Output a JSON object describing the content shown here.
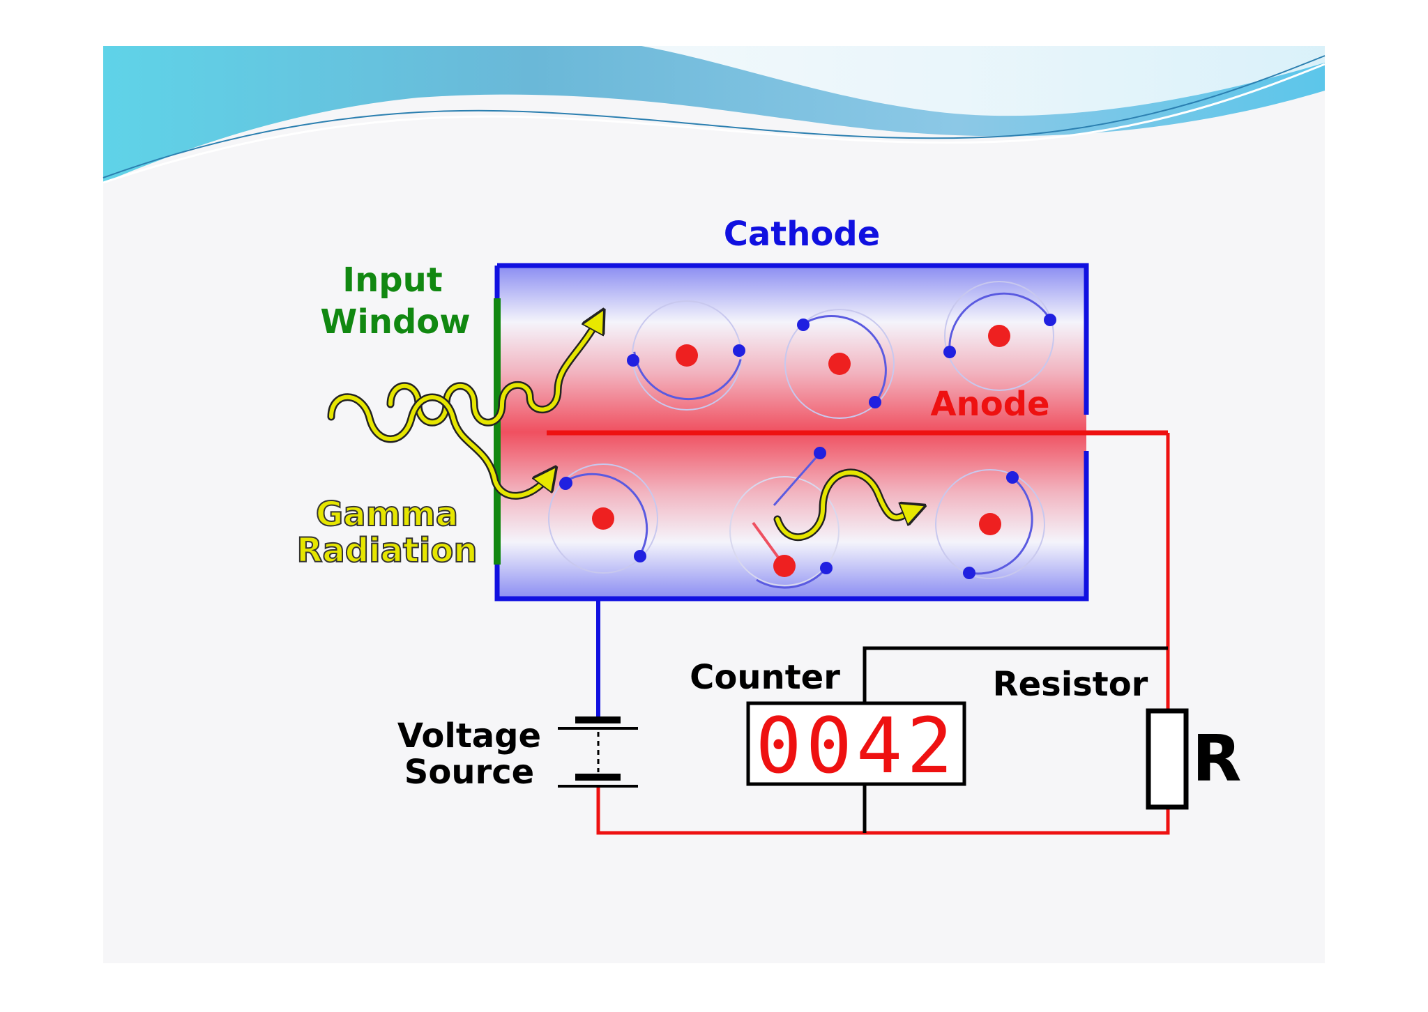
{
  "labels": {
    "cathode": "Cathode",
    "anode": "Anode",
    "input_window_line1": "Input",
    "input_window_line2": "Window",
    "gamma_line1": "Gamma",
    "gamma_line2": "Radiation",
    "voltage_line1": "Voltage",
    "voltage_line2": "Source",
    "counter": "Counter",
    "resistor": "Resistor",
    "resistor_symbol": "R"
  },
  "counter_display": "0042",
  "colors": {
    "cathode": "#1010e0",
    "anode": "#ee1111",
    "input_window": "#118811",
    "gamma": "#d8d800",
    "electron": "#2020e0",
    "nucleus": "#ee2020",
    "circuit_neutral": "#000000"
  }
}
